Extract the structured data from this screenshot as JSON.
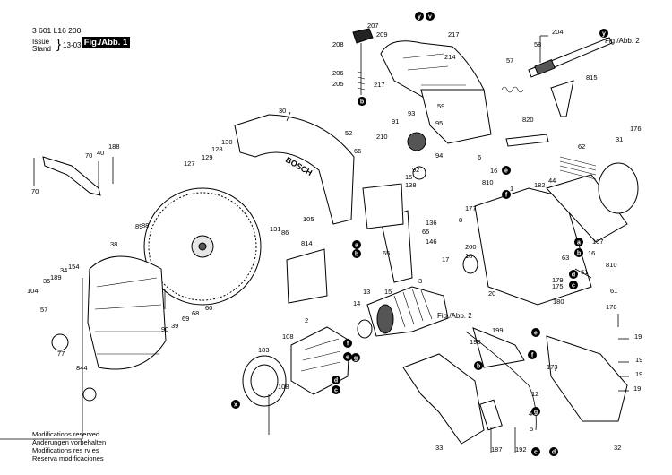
{
  "header": {
    "doc_number": "3 601 L16 200",
    "issue_label": "Issue",
    "stand_label": "Stand",
    "date": "13-03-19",
    "fig_label": "Fig./Abb. 1"
  },
  "cross_refs": {
    "top_right": "Fig./Abb. 2",
    "switch": "Fig./Abb. 2"
  },
  "brand": "BOSCH",
  "notes": [
    "Modifications reserved",
    "Änderungen vorbehalten",
    "Modifications res rv es",
    "Reserva modificaciones"
  ],
  "part_labels": [
    "207",
    "208",
    "206",
    "205",
    "209",
    "217",
    "214",
    "217",
    "58",
    "204",
    "57",
    "815",
    "820",
    "59",
    "93",
    "91",
    "52",
    "210",
    "66",
    "95",
    "94",
    "92",
    "138",
    "15",
    "6",
    "16",
    "810",
    "1",
    "182",
    "44",
    "62",
    "31",
    "176",
    "8",
    "177",
    "136",
    "65",
    "146",
    "65",
    "200",
    "18",
    "17",
    "3",
    "15",
    "13",
    "14",
    "63",
    "107",
    "16",
    "61",
    "810",
    "61",
    "20",
    "175",
    "179",
    "180",
    "178",
    "199",
    "193",
    "173",
    "7",
    "12",
    "4",
    "5",
    "187",
    "192",
    "33",
    "32",
    "19",
    "19",
    "19",
    "19",
    "30",
    "130",
    "128",
    "129",
    "127",
    "70",
    "40",
    "188",
    "70",
    "131",
    "86",
    "105",
    "89",
    "88",
    "38",
    "154",
    "34",
    "189",
    "35",
    "104",
    "57",
    "77",
    "90",
    "39",
    "69",
    "68",
    "60",
    "814",
    "183",
    "108",
    "108",
    "2",
    "844"
  ],
  "callout_letters": [
    "v",
    "y",
    "v",
    "e",
    "f",
    "a",
    "b",
    "a",
    "b",
    "c",
    "d",
    "e",
    "f",
    "g",
    "x",
    "y",
    "b",
    "c",
    "d",
    "b",
    "c",
    "d",
    "e",
    "f",
    "g"
  ]
}
